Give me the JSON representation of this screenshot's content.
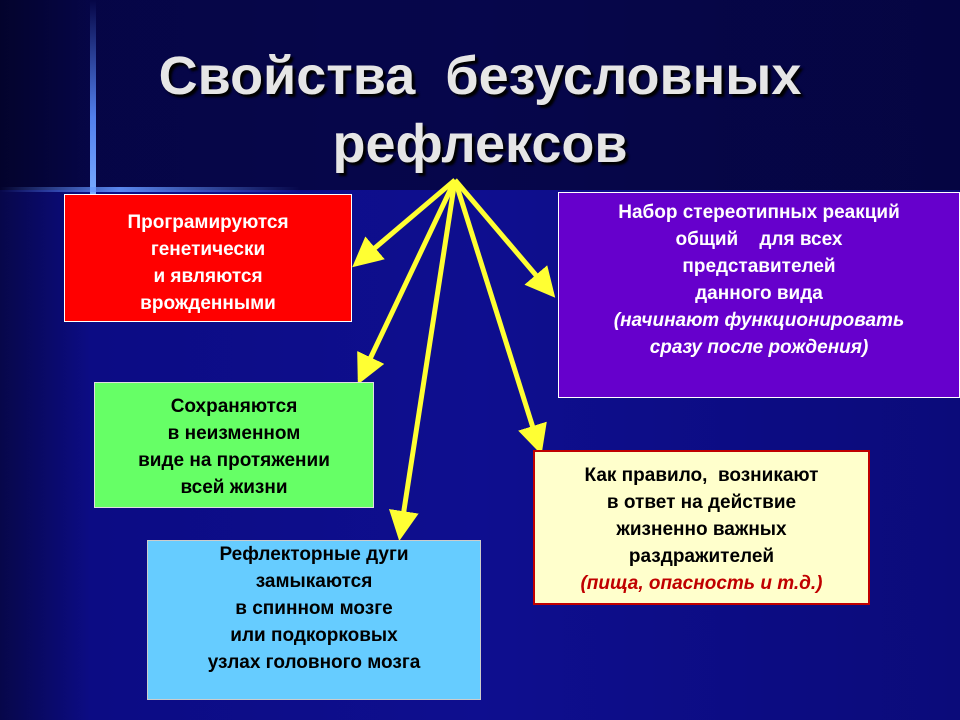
{
  "title": {
    "line1": "Свойства  безусловных",
    "line2": "рефлексов"
  },
  "colors": {
    "background": "#0a0a6e",
    "arrow": "#ffff33",
    "red_box": "#ff0000",
    "purple_box": "#6600cc",
    "green_box": "#66ff66",
    "yellow_box": "#ffffcc",
    "cyan_box": "#66ccff"
  },
  "boxes": {
    "innate": {
      "lines": [
        "Програмируются",
        "генетически",
        "и являются",
        "врожденными"
      ]
    },
    "species": {
      "lines": [
        "Набор стереотипных реакций",
        "общий    для всех",
        "представителей",
        "данного вида"
      ],
      "note_lines": [
        "(начинают функционировать",
        "сразу после рождения)"
      ]
    },
    "lifetime": {
      "lines": [
        "Сохраняются",
        "в неизменном",
        "виде на протяжении",
        "всей жизни"
      ]
    },
    "stimuli": {
      "lines": [
        "Как правило,  возникают",
        "в ответ на действие",
        "жизненно важных",
        "раздражителей"
      ],
      "note": "(пища, опасность и т.д.)"
    },
    "arcs": {
      "lines": [
        "Рефлекторные дуги",
        "замыкаются",
        "в спинном мозге",
        "или подкорковых",
        "узлах головного мозга"
      ]
    }
  }
}
